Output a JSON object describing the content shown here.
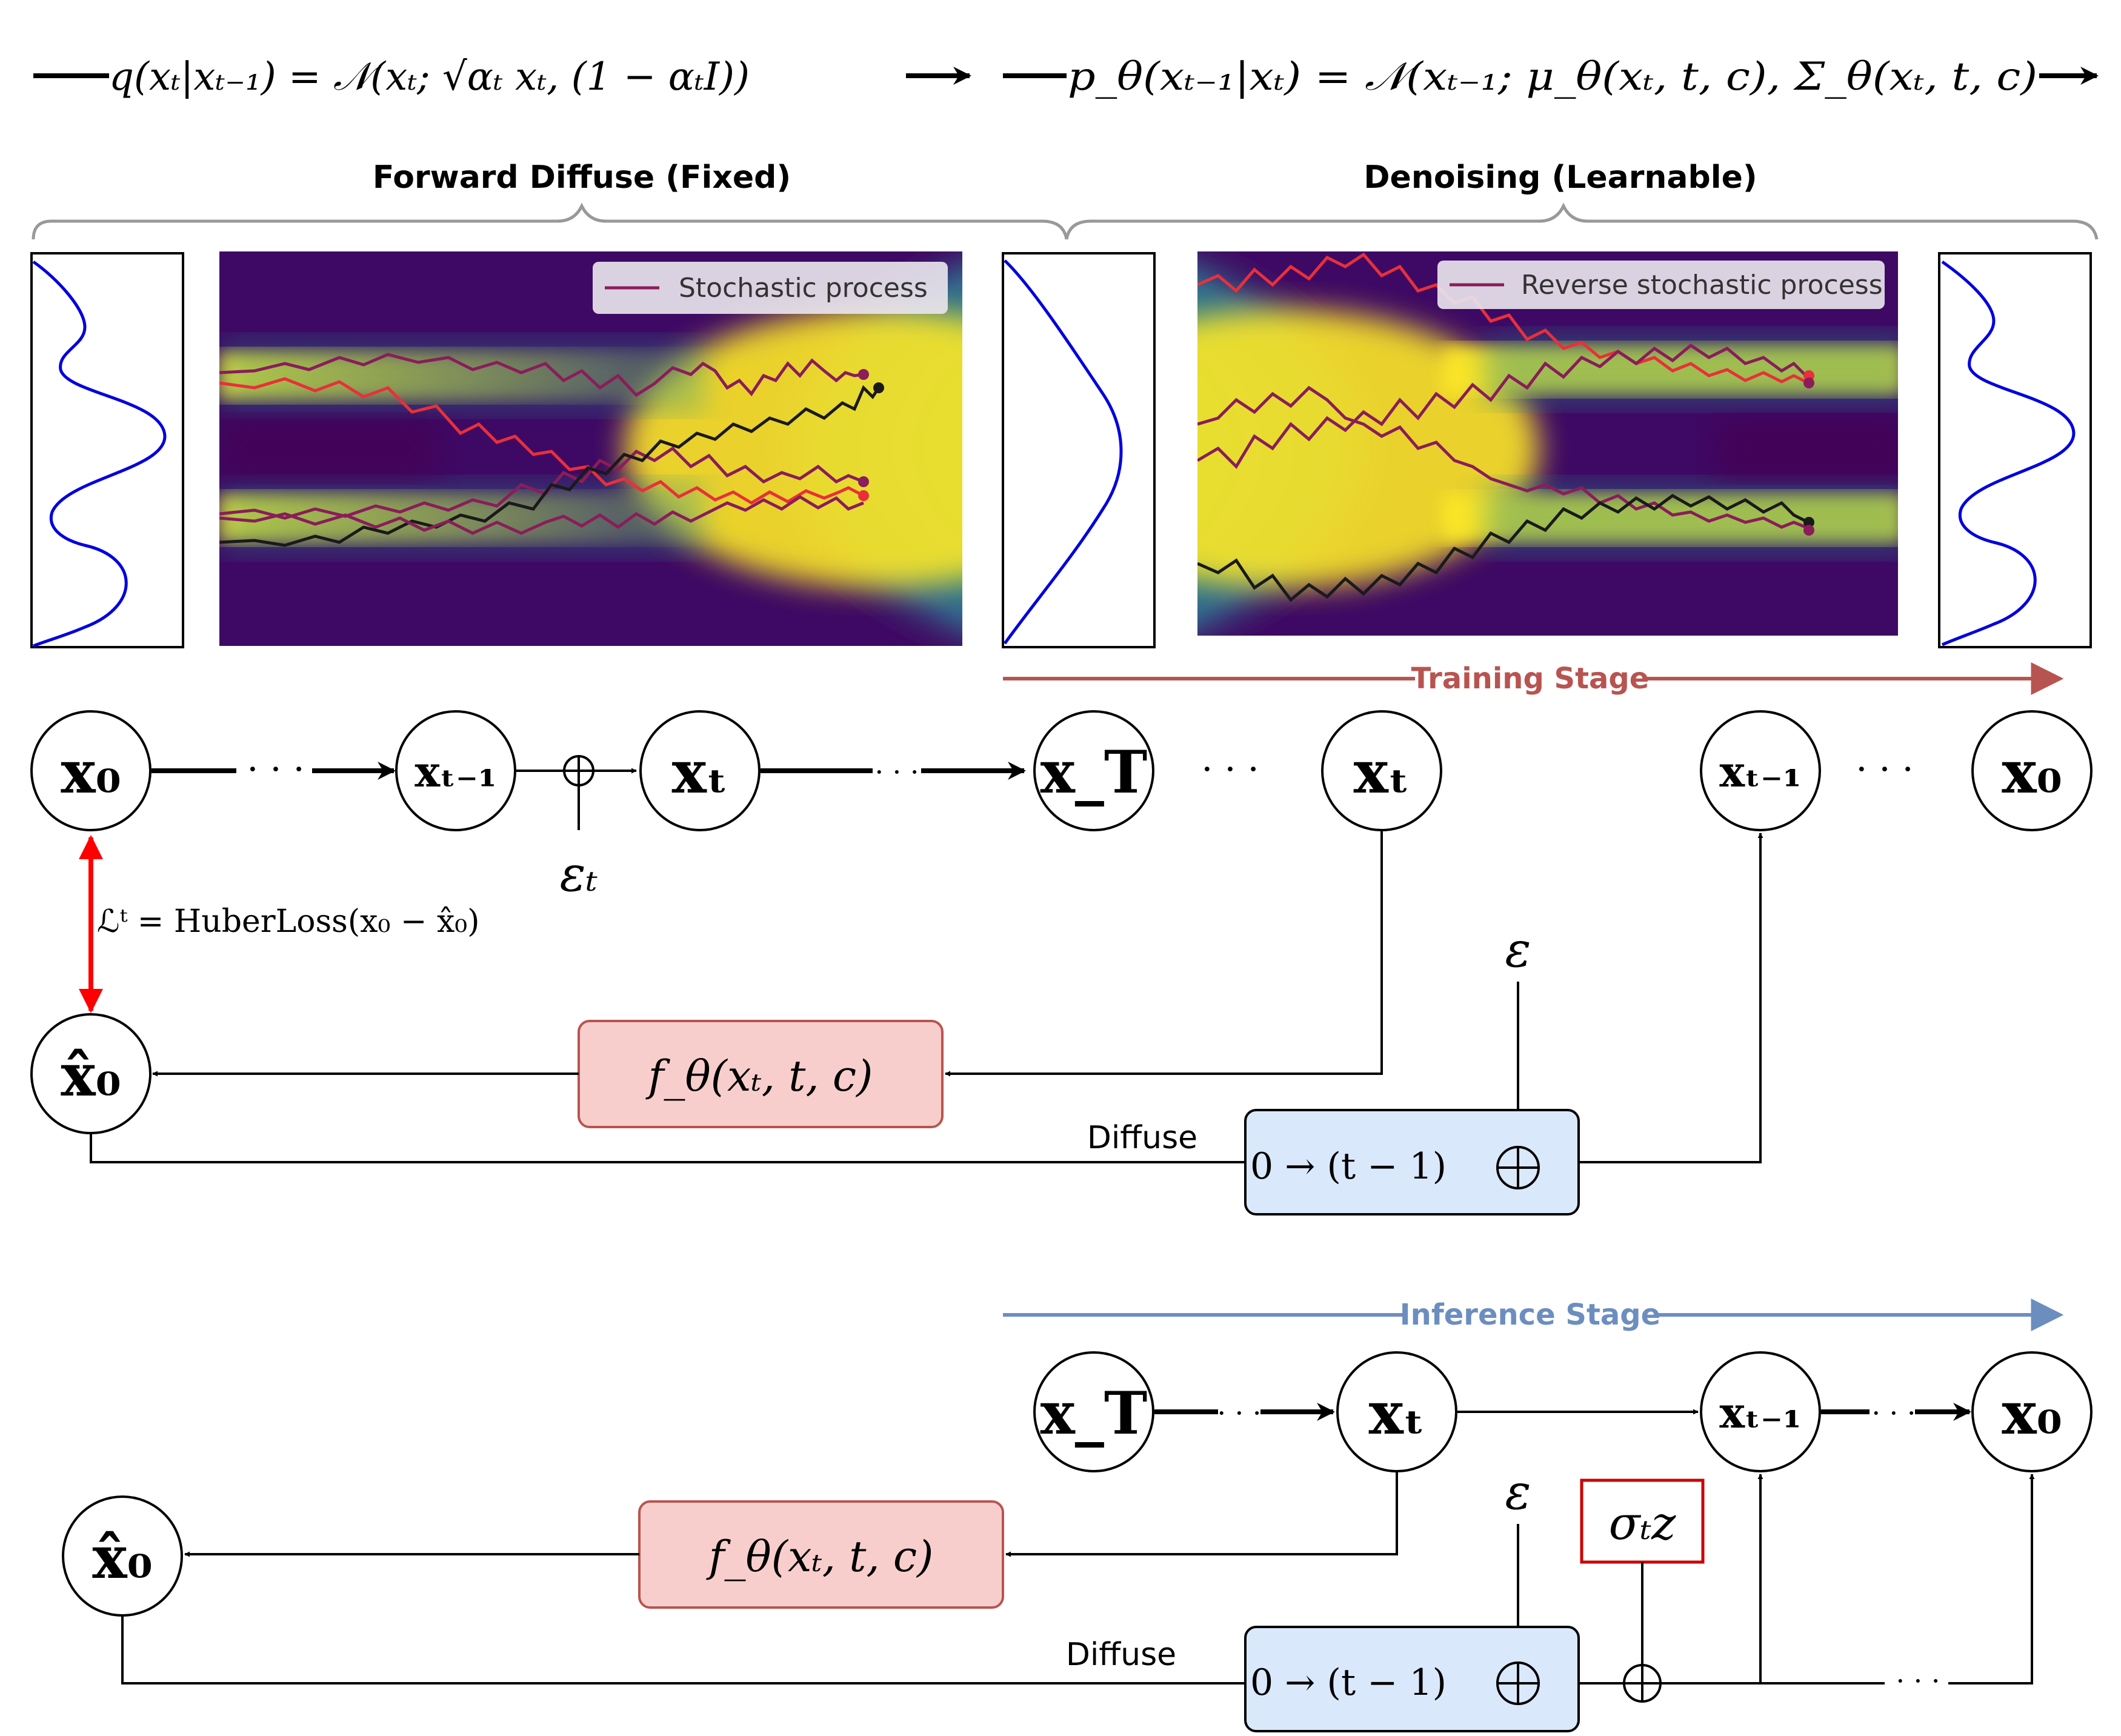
{
  "equations": {
    "forward": "q(xₜ|xₜ₋₁) = 𝒩(xₜ; √αₜ xₜ, (1 − αₜI))",
    "reverse": "p_θ(xₜ₋₁|xₜ) = 𝒩(xₜ₋₁; μ_θ(xₜ, t, c), Σ_θ(xₜ, t, c)"
  },
  "sections": {
    "forward_title": "Forward Diffuse (Fixed)",
    "reverse_title": "Denoising (Learnable)"
  },
  "legends": {
    "forward": "Stochastic process",
    "reverse": "Reverse stochastic process"
  },
  "stages": {
    "training": "Training Stage",
    "inference": "Inference Stage"
  },
  "nodes": {
    "x0": "x₀",
    "xt_minus_1": "xₜ₋₁",
    "xt": "xₜ",
    "xT": "x_T",
    "x0_hat": "x̂₀",
    "ellipsis": "· · ·"
  },
  "labels": {
    "eps_t": "εₜ",
    "eps": "ε",
    "loss": "ℒᵗ = HuberLoss(x₀ − x̂₀)",
    "model": "f_θ(xₜ, t, c)",
    "diffuse": "Diffuse",
    "diffuse_box": "0 → (t − 1)",
    "sigma_z": "σₜz",
    "oplus": "⊕"
  },
  "colors": {
    "training": "#b85450",
    "inference": "#6c8ebf",
    "loss_arrow": "#ff0000",
    "model_fill": "#f8cecc",
    "model_stroke": "#b85450",
    "diffuse_fill": "#dae8fc",
    "sigma_stroke": "#cc0000",
    "curve": "#0000dd",
    "path_red": "#e8303a",
    "path_purple": "#8a1d5a",
    "path_black": "#1a1a1a"
  }
}
